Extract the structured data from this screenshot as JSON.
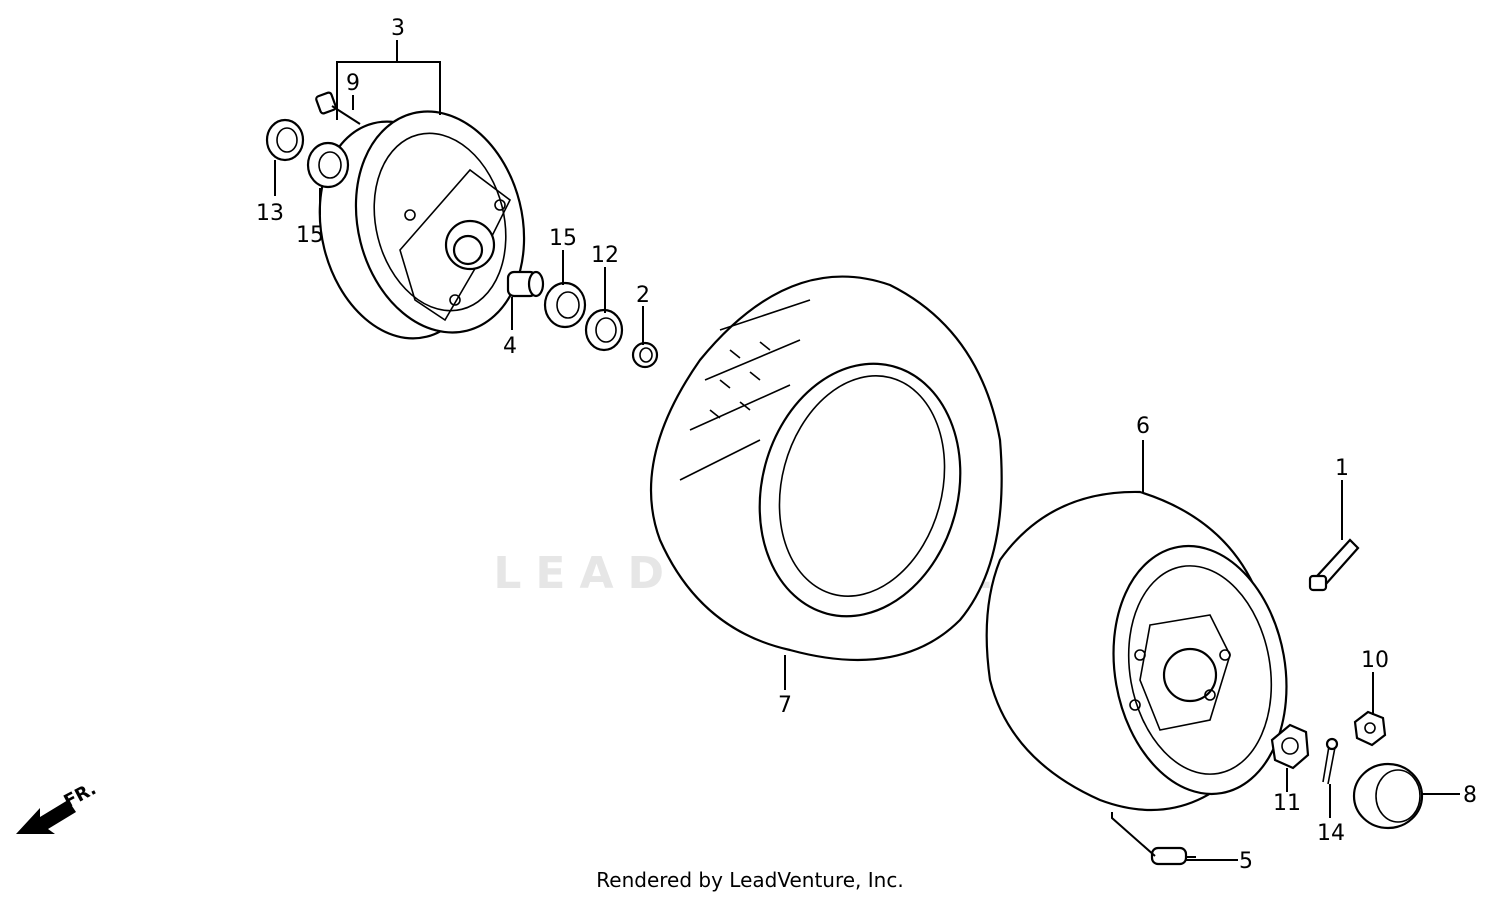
{
  "diagram": {
    "watermark": "LEADVENTURE",
    "front_marker": "FR.",
    "credit": "Rendered by LeadVenture, Inc.",
    "callouts": {
      "c1": "1",
      "c2": "2",
      "c3": "3",
      "c4": "4",
      "c5": "5",
      "c6": "6",
      "c7": "7",
      "c8": "8",
      "c9": "9",
      "c10": "10",
      "c11": "11",
      "c12": "12",
      "c13": "13",
      "c14": "14",
      "c15a": "15",
      "c15b": "15"
    }
  }
}
